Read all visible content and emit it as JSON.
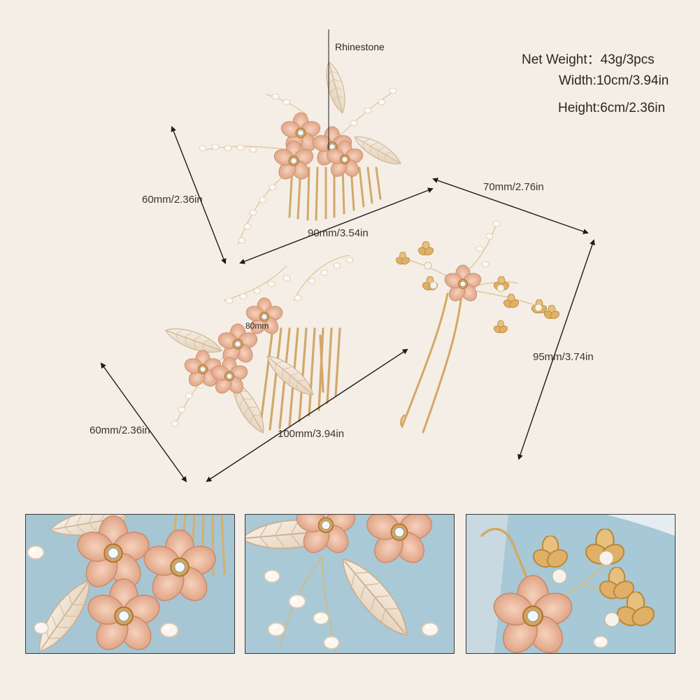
{
  "callout": {
    "rhinestone": "Rhinestone",
    "inner_size": "80mm"
  },
  "specs": {
    "net_weight": "Net Weight：43g/3pcs",
    "width": "Width:10cm/3.94in",
    "height": "Height:6cm/2.36in"
  },
  "dimensions": {
    "comb1_height": "60mm/2.36in",
    "comb1_width": "90mm/3.54in",
    "pin_width": "70mm/2.76in",
    "pin_height": "95mm/3.74in",
    "comb2_height": "60mm/2.36in",
    "comb2_width": "100mm/3.94in"
  },
  "photos": [
    {
      "name": "close-up-flowers"
    },
    {
      "name": "close-up-leaf-crystals"
    },
    {
      "name": "close-up-pin-pearls"
    }
  ],
  "colors": {
    "background": "#f4eee6",
    "rose_gold": "#e9b59a",
    "gold": "#d9a966",
    "leaf": "#efe2d2",
    "photo_blue": "#a9c9d6"
  }
}
